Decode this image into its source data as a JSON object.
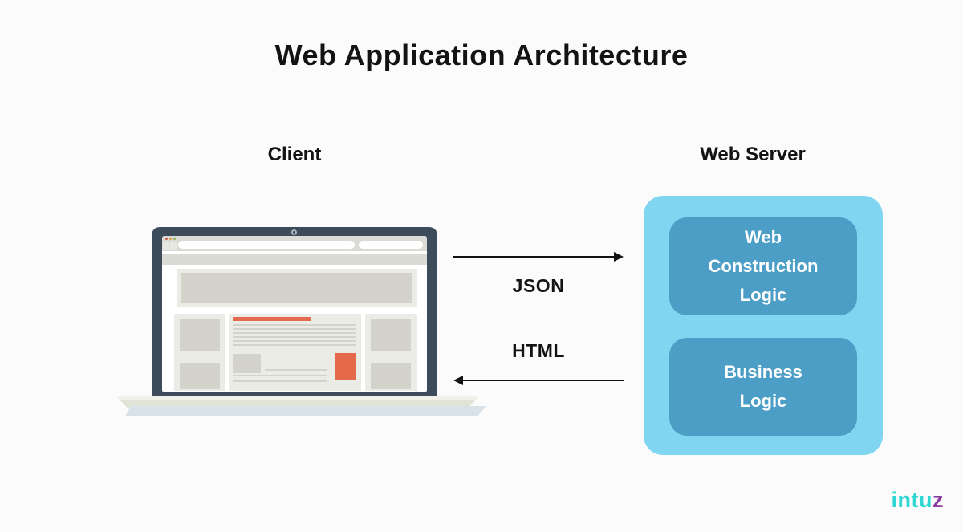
{
  "title": "Web Application Architecture",
  "client": {
    "label": "Client",
    "illustration": "laptop-with-browser-wireframe"
  },
  "server": {
    "label": "Web Server",
    "boxes": [
      {
        "label": "Web Construction Logic"
      },
      {
        "label": "Business Logic"
      }
    ]
  },
  "flows": {
    "request": {
      "label": "JSON",
      "direction": "right"
    },
    "response": {
      "label": "HTML",
      "direction": "left"
    }
  },
  "logo": {
    "primary": "intu",
    "accent": "z"
  },
  "theme": {
    "bg": "#FBFBFB",
    "text_dark": "#131313",
    "panel_blue": "#80D5F1",
    "box_blue": "#4C9EC6",
    "frame": "#3D4B5A",
    "chrome": "#DBDBD5",
    "ph_light": "#ECECE6",
    "ph_dark": "#D3D3CC",
    "accent_orange": "#E56A4C",
    "base": "#E2E3D7",
    "base_top": "#F1F1E9",
    "shadow": "#DAE2E9",
    "dot_red": "#C75C52",
    "dot_yellow": "#D9A44C",
    "dot_green": "#92B054",
    "logo_cyan": "#2FD7D2",
    "logo_purple": "#8A3BA0"
  }
}
